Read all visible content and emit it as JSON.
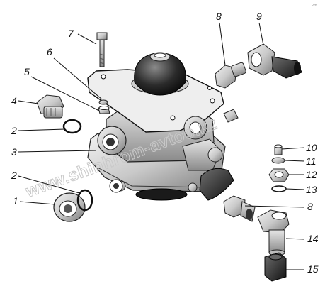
{
  "diagram": {
    "watermark": "www.shinhrom-avtoo.kz",
    "corner_mark": "Pm",
    "callouts": [
      {
        "id": "c1",
        "label": "1"
      },
      {
        "id": "c2a",
        "label": "2"
      },
      {
        "id": "c2b",
        "label": "2"
      },
      {
        "id": "c3",
        "label": "3"
      },
      {
        "id": "c4",
        "label": "4"
      },
      {
        "id": "c5",
        "label": "5"
      },
      {
        "id": "c6",
        "label": "6"
      },
      {
        "id": "c7",
        "label": "7"
      },
      {
        "id": "c8a",
        "label": "8"
      },
      {
        "id": "c8b",
        "label": "8"
      },
      {
        "id": "c9",
        "label": "9"
      },
      {
        "id": "c10",
        "label": "10"
      },
      {
        "id": "c11",
        "label": "11"
      },
      {
        "id": "c12",
        "label": "12"
      },
      {
        "id": "c13",
        "label": "13"
      },
      {
        "id": "c14",
        "label": "14"
      },
      {
        "id": "c15",
        "label": "15"
      }
    ]
  }
}
